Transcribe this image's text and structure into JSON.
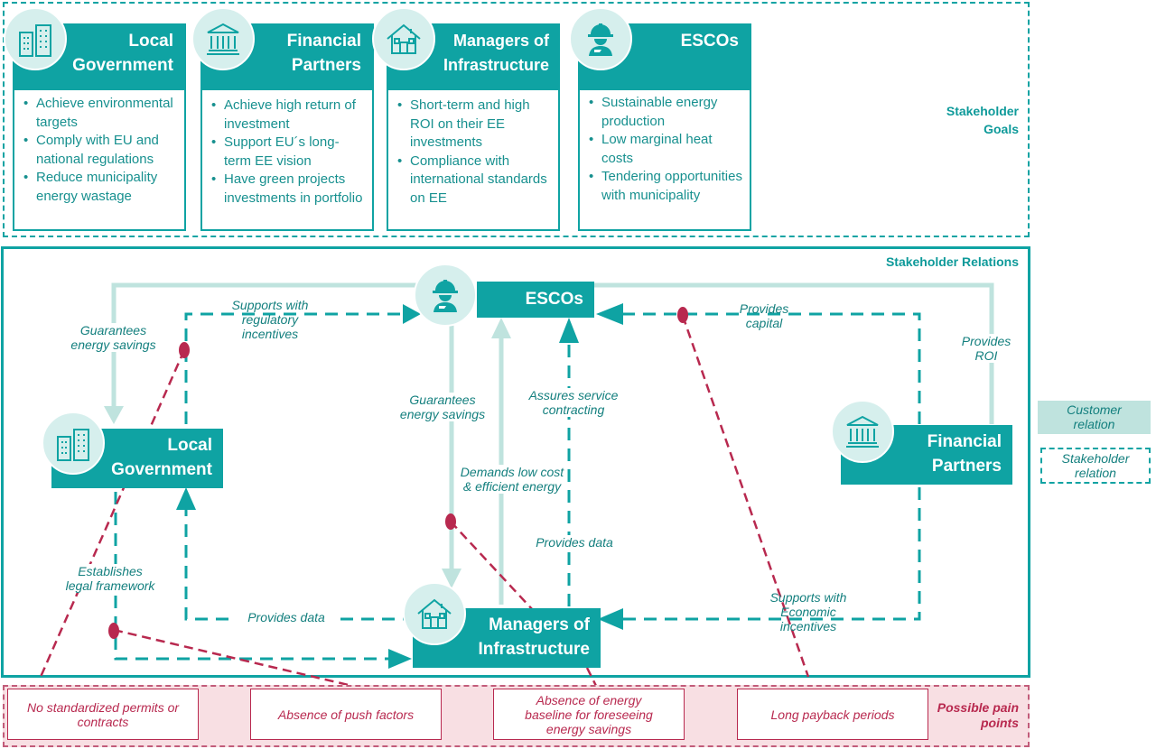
{
  "sections": {
    "goals_label": "Stakeholder Goals",
    "relations_label": "Stakeholder Relations",
    "pain_label": "Possible pain points"
  },
  "goal_cards": [
    {
      "title": "Local Government",
      "icon": "city-buildings-icon",
      "bullets": [
        "Achieve environmental targets",
        "Comply with EU and national regulations",
        "Reduce municipality energy wastage"
      ]
    },
    {
      "title": "Financial Partners",
      "icon": "bank-icon",
      "bullets": [
        "Achieve high return of investment",
        "Support EU´s long-term EE vision",
        "Have green projects investments in portfolio"
      ]
    },
    {
      "title": "Managers of Infrastructure",
      "icon": "house-icon",
      "bullets": [
        "Short-term and high ROI on their EE investments",
        "Compliance with international standards on EE"
      ]
    },
    {
      "title": "ESCOs",
      "icon": "worker-helmet-icon",
      "bullets": [
        "Sustainable energy production",
        "Low marginal heat costs",
        "Tendering opportunities with municipality"
      ]
    }
  ],
  "nodes": {
    "escos": "ESCOs",
    "local_government": "Local Government",
    "financial_partners": "Financial Partners",
    "managers": "Managers of Infrastructure"
  },
  "relations": {
    "guarantees_lg": "Guarantees energy savings",
    "supports_regulatory": "Supports with regulatory incentives",
    "provides_capital": "Provides capital",
    "provides_roi": "Provides ROI",
    "guarantees_mi": "Guarantees energy savings",
    "assures_service": "Assures service contracting",
    "demands_low_cost": "Demands low cost & efficient energy",
    "provides_data_right": "Provides data",
    "establishes_legal": "Establishes legal framework",
    "provides_data_left": "Provides data",
    "supports_economic": "Supports with Economic incentives"
  },
  "legend": {
    "customer": "Customer relation",
    "stakeholder": "Stakeholder relation"
  },
  "pain_points": [
    "No standardized permits or contracts",
    "Absence of push factors",
    "Absence of energy baseline for foreseeing energy savings",
    "Long payback periods"
  ],
  "colors": {
    "teal": "#0fa3a3",
    "light_teal": "#bfe3de",
    "pain_red": "#b8294f",
    "pain_bg": "#f8dfe3"
  }
}
